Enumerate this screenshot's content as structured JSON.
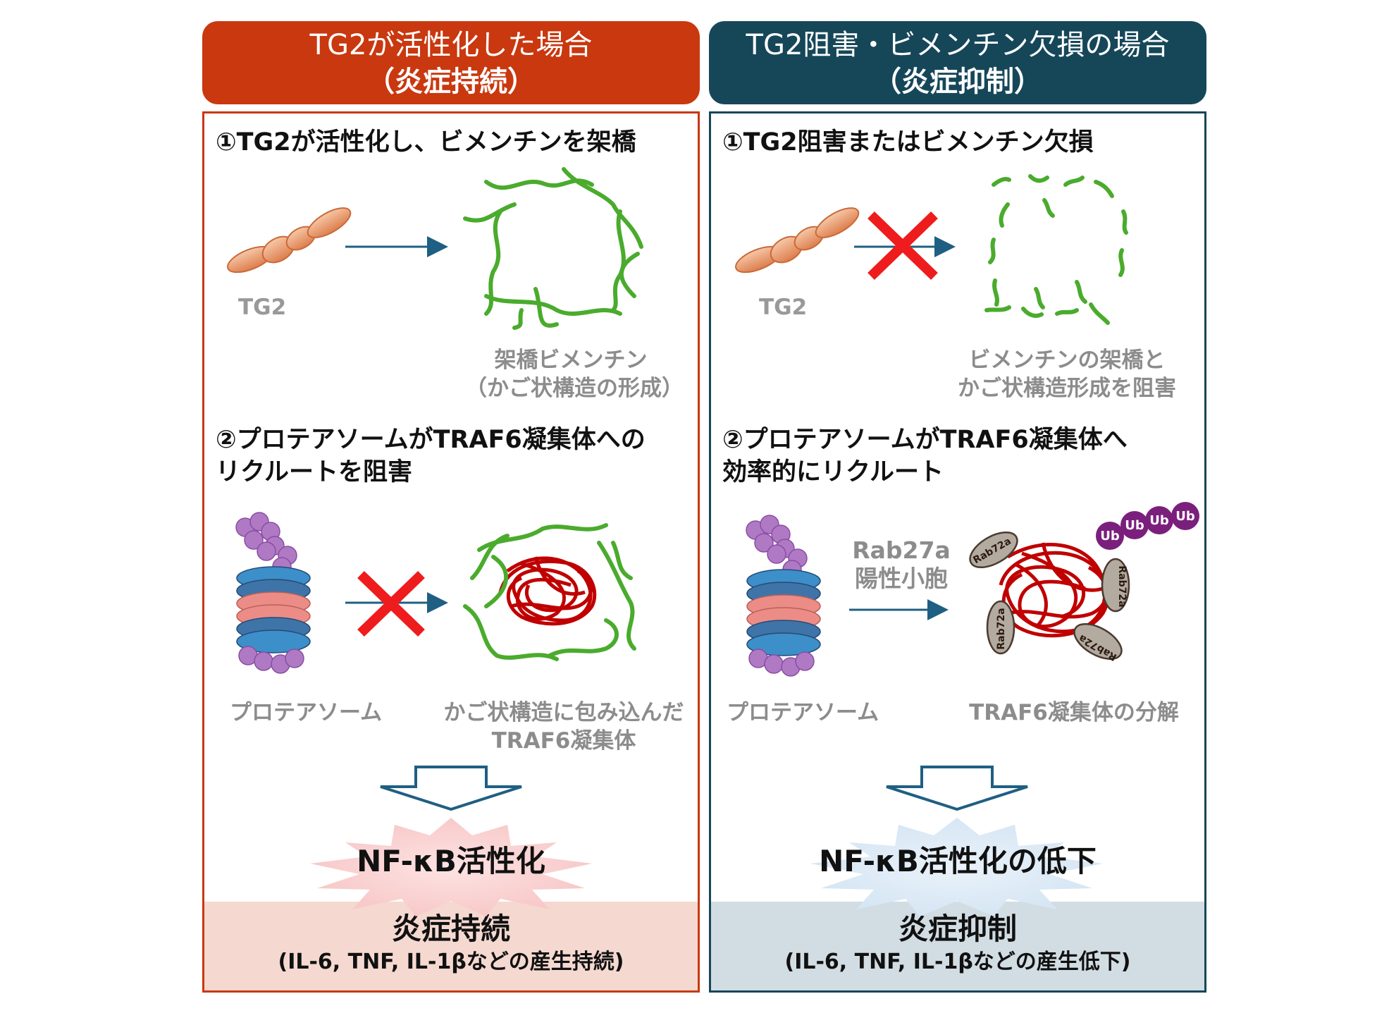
{
  "left": {
    "header_line1": "TG2が活性化した場合",
    "header_line2": "（炎症持続）",
    "step1": "①TG2が活性化し、ビメンチンを架橋",
    "tg2_label": "TG2",
    "vimentin_cap1": "架橋ビメンチン",
    "vimentin_cap2": "（かご状構造の形成）",
    "step2_line1": "②プロテアソームがTRAF6凝集体への",
    "step2_line2": "リクルートを阻害",
    "proteasome_label": "プロテアソーム",
    "traf6_cap1": "かご状構造に包み込んだ",
    "traf6_cap2": "TRAF6凝集体",
    "nfkb": "NF-κB活性化",
    "result_main": "炎症持続",
    "result_sub": "(IL-6, TNF, IL-1βなどの産生持続)"
  },
  "right": {
    "header_line1": "TG2阻害・ビメンチン欠損の場合",
    "header_line2": "（炎症抑制）",
    "step1": "①TG2阻害またはビメンチン欠損",
    "tg2_label": "TG2",
    "vimentin_cap1": "ビメンチンの架橋と",
    "vimentin_cap2": "かご状構造形成を阻害",
    "step2_line1": "②プロテアソームがTRAF6凝集体へ",
    "step2_line2": "効率的にリクルート",
    "rab27a_line1": "Rab27a",
    "rab27a_line2": "陽性小胞",
    "proteasome_label": "プロテアソーム",
    "traf6_cap": "TRAF6凝集体の分解",
    "ub_labels": [
      "Ub",
      "Ub",
      "Ub",
      "Ub"
    ],
    "rab_labels": [
      "Rab72a",
      "Rab72a",
      "Rab72a",
      "Rab72a"
    ],
    "nfkb": "NF-κB活性化の低下",
    "result_main": "炎症抑制",
    "result_sub": "(IL-6, TNF, IL-1βなどの産生低下)"
  },
  "colors": {
    "left_accent": "#c9380f",
    "left_result_bg": "#f5d9d0",
    "right_accent": "#164759",
    "right_result_bg": "#d2dde3",
    "vimentin_green": "#4aab2d",
    "traf6_red": "#c00000",
    "ub_purple": "#7b1f7c",
    "arrow_blue": "#1f5f83",
    "cross_red": "#ee1c1c"
  }
}
